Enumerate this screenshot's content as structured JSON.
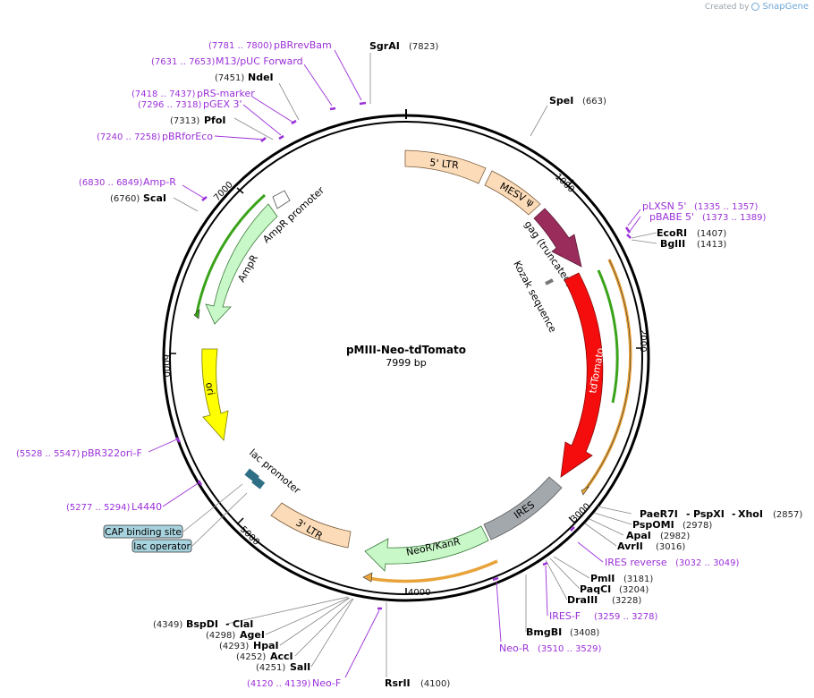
{
  "credit": {
    "prefix": "Created by",
    "brand": "SnapGene"
  },
  "plasmid": {
    "name": "pMIII-Neo-tdTomato",
    "length_label": "7999 bp"
  },
  "ticks": [
    "1000",
    "2000",
    "3000",
    "4000",
    "5000",
    "6000",
    "7000"
  ],
  "features": [
    {
      "id": "ltr5",
      "label": "5' LTR",
      "color": "#fcdcb8"
    },
    {
      "id": "mesv",
      "label": "MESV ψ",
      "color": "#fcdcb8"
    },
    {
      "id": "gag",
      "label": "gag (truncated)",
      "color": "#9a2c5c"
    },
    {
      "id": "kozak",
      "label": "Kozak sequence",
      "color": "#aaaaaa"
    },
    {
      "id": "tdtomato",
      "label": "tdTomato",
      "color": "#f50d0d"
    },
    {
      "id": "ires",
      "label": "IRES",
      "color": "#a3a8ad"
    },
    {
      "id": "neor",
      "label": "NeoR/KanR",
      "color": "#c8f7c8"
    },
    {
      "id": "ltr3",
      "label": "3' LTR",
      "color": "#fcdcb8"
    },
    {
      "id": "lacpromoter",
      "label": "lac promoter",
      "color": "#ffffff"
    },
    {
      "id": "ori",
      "label": "ori",
      "color": "#ffff00"
    },
    {
      "id": "ampr",
      "label": "AmpR",
      "color": "#c8f7c8"
    },
    {
      "id": "amprpromoter",
      "label": "AmpR promoter",
      "color": "#ffffff"
    }
  ],
  "legend_boxes": [
    {
      "label": "CAP binding site"
    },
    {
      "label": "lac operator"
    }
  ],
  "sites": [
    {
      "name": "SgrAI",
      "pos": "(7823)"
    },
    {
      "name": "SpeI",
      "pos": "(663)"
    },
    {
      "name": "NdeI",
      "pos": "(7451)"
    },
    {
      "name": "PfoI",
      "pos": "(7313)"
    },
    {
      "name": "ScaI",
      "pos": "(6760)"
    },
    {
      "name": "EcoRI",
      "pos": "(1407)"
    },
    {
      "name": "BglII",
      "pos": "(1413)"
    },
    {
      "name": "PaeR7I",
      "name2": "PspXI",
      "name3": "XhoI",
      "pos": "(2857)"
    },
    {
      "name": "PspOMI",
      "pos": "(2978)"
    },
    {
      "name": "ApaI",
      "pos": "(2982)"
    },
    {
      "name": "AvrII",
      "pos": "(3016)"
    },
    {
      "name": "PmlI",
      "pos": "(3181)"
    },
    {
      "name": "PaqCI",
      "pos": "(3204)"
    },
    {
      "name": "DraIII",
      "pos": "(3228)"
    },
    {
      "name": "BmgBI",
      "pos": "(3408)"
    },
    {
      "name": "BspDI",
      "name2": "ClaI",
      "pos": "(4349)"
    },
    {
      "name": "AgeI",
      "pos": "(4298)"
    },
    {
      "name": "HpaI",
      "pos": "(4293)"
    },
    {
      "name": "AccI",
      "pos": "(4252)"
    },
    {
      "name": "SalI",
      "pos": "(4251)"
    },
    {
      "name": "RsrII",
      "pos": "(4100)"
    }
  ],
  "primers": [
    {
      "name": "pBRrevBam",
      "range": "(7781 .. 7800)"
    },
    {
      "name": "M13/pUC Forward",
      "range": "(7631 .. 7653)"
    },
    {
      "name": "pRS-marker",
      "range": "(7418 .. 7437)"
    },
    {
      "name": "pGEX 3'",
      "range": "(7296 .. 7318)"
    },
    {
      "name": "pBRforEco",
      "range": "(7240 .. 7258)"
    },
    {
      "name": "Amp-R",
      "range": "(6830 .. 6849)"
    },
    {
      "name": "pLXSN 5'",
      "range": "(1335 .. 1357)"
    },
    {
      "name": "pBABE 5'",
      "range": "(1373 .. 1389)"
    },
    {
      "name": "IRES reverse",
      "range": "(3032 .. 3049)"
    },
    {
      "name": "IRES-F",
      "range": "(3259 .. 3278)"
    },
    {
      "name": "Neo-R",
      "range": "(3510 .. 3529)"
    },
    {
      "name": "Neo-F",
      "range": "(4120 .. 4139)"
    },
    {
      "name": "pBR322ori-F",
      "range": "(5528 .. 5547)"
    },
    {
      "name": "L4440",
      "range": "(5277 .. 5294)"
    }
  ],
  "colors": {
    "primer": "#9b30d8",
    "orf": "#e8a33a",
    "orf_green": "#3aa31a",
    "backbone": "#000000"
  }
}
